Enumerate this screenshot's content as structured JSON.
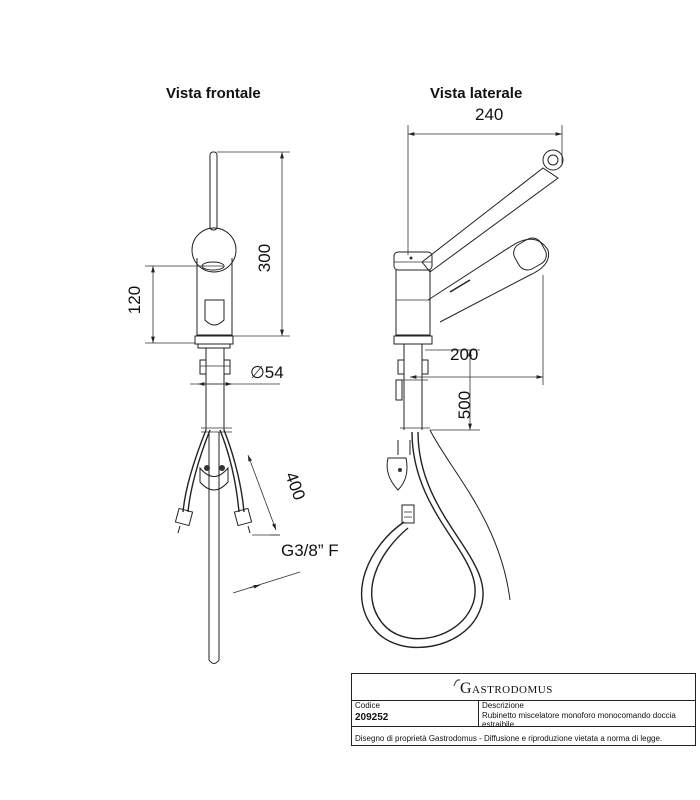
{
  "views": {
    "front_title": "Vista frontale",
    "side_title": "Vista laterale"
  },
  "dimensions": {
    "height_total": "300",
    "height_body": "120",
    "diameter": "∅54",
    "hose_connector_length": "400",
    "thread": "G3/8” F",
    "spout_reach": "240",
    "spout_to_base": "200",
    "hose_length": "500"
  },
  "title_block": {
    "brand": "Gastrodomus",
    "code_label": "Codice",
    "code_value": "209252",
    "description_label": "Descrizione",
    "description_value": "Rubinetto miscelatore monoforo monocomando doccia estraibile",
    "footer": "Disegno di proprietà Gastrodomus -  Diffusione e riproduzione vietata a norma di legge."
  },
  "colors": {
    "line": "#222222",
    "background": "#ffffff"
  }
}
